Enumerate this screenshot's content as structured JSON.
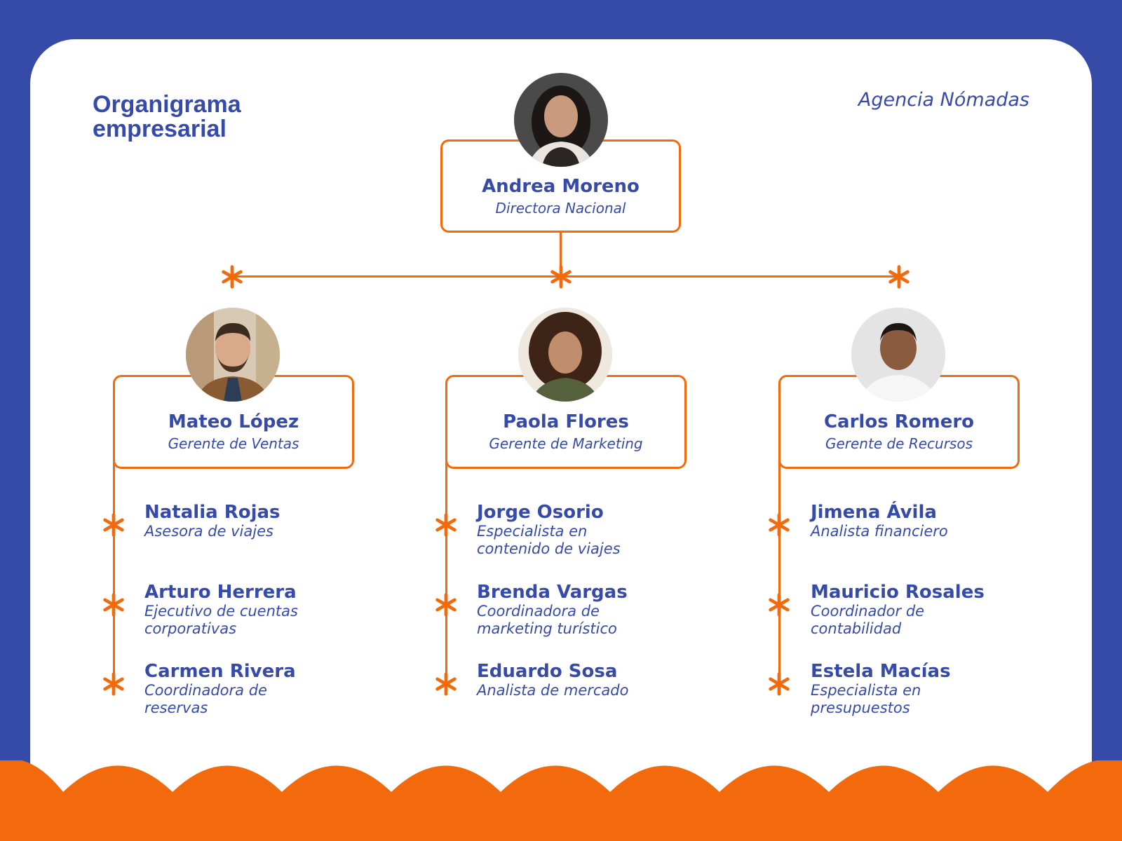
{
  "header": {
    "title_line1": "Organigrama",
    "title_line2": "empresarial",
    "company": "Agencia Nómadas"
  },
  "colors": {
    "primary": "#364aa8",
    "accent": "#f26a0b",
    "background": "#ffffff"
  },
  "director": {
    "name": "Andrea Moreno",
    "role": "Directora Nacional",
    "avatar": "woman-long-dark-hair-photo"
  },
  "managers": [
    {
      "name": "Mateo López",
      "role": "Gerente de Ventas",
      "avatar": "man-beard-blazer-photo",
      "team": [
        {
          "name": "Natalia Rojas",
          "role_line1": "Asesora de viajes",
          "role_line2": ""
        },
        {
          "name": "Arturo Herrera",
          "role_line1": "Ejecutivo de cuentas",
          "role_line2": "corporativas"
        },
        {
          "name": "Carmen Rivera",
          "role_line1": "Coordinadora de",
          "role_line2": "reservas"
        }
      ]
    },
    {
      "name": "Paola Flores",
      "role": "Gerente de Marketing",
      "avatar": "woman-curly-hair-photo",
      "team": [
        {
          "name": "Jorge Osorio",
          "role_line1": "Especialista en",
          "role_line2": "contenido de viajes"
        },
        {
          "name": "Brenda Vargas",
          "role_line1": "Coordinadora de",
          "role_line2": "marketing turístico"
        },
        {
          "name": "Eduardo Sosa",
          "role_line1": "Analista de mercado",
          "role_line2": ""
        }
      ]
    },
    {
      "name": "Carlos Romero",
      "role": "Gerente de Recursos",
      "avatar": "man-white-shirt-photo",
      "team": [
        {
          "name": "Jimena Ávila",
          "role_line1": "Analista financiero",
          "role_line2": ""
        },
        {
          "name": "Mauricio Rosales",
          "role_line1": "Coordinador de",
          "role_line2": "contabilidad"
        },
        {
          "name": "Estela Macías",
          "role_line1": "Especialista en",
          "role_line2": "presupuestos"
        }
      ]
    }
  ]
}
